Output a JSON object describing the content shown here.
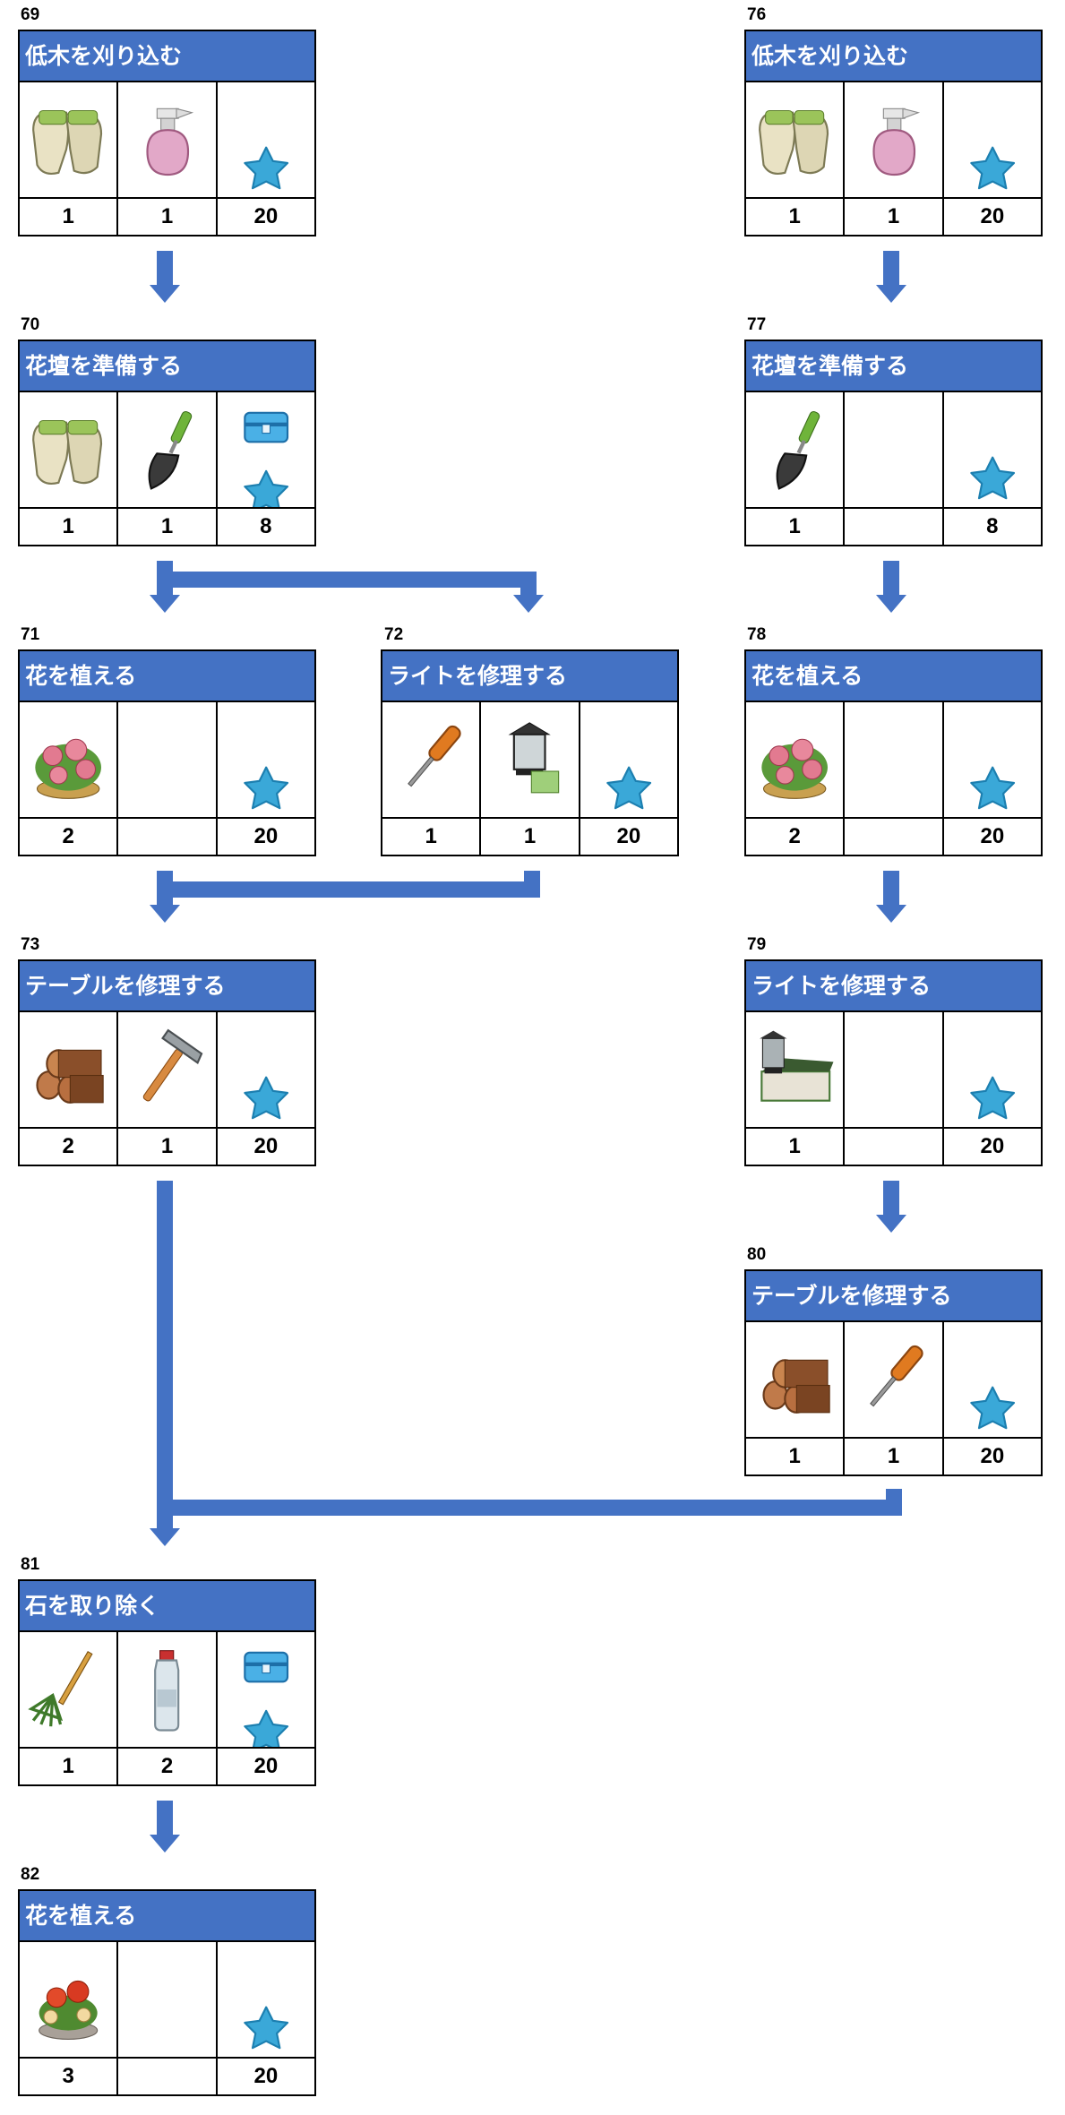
{
  "colors": {
    "header_blue": "#4472c4",
    "arrow_blue": "#4472c4",
    "star_blue": "#3aa8d8"
  },
  "tasks": [
    {
      "id": "69",
      "title": "低木を刈り込む",
      "items": [
        {
          "icon": "gloves-icon",
          "qty": "1"
        },
        {
          "icon": "spray-bottle-icon",
          "qty": "1"
        },
        {
          "icon": "star-icon",
          "qty": "20"
        }
      ]
    },
    {
      "id": "76",
      "title": "低木を刈り込む",
      "items": [
        {
          "icon": "gloves-icon",
          "qty": "1"
        },
        {
          "icon": "spray-bottle-icon",
          "qty": "1"
        },
        {
          "icon": "star-icon",
          "qty": "20"
        }
      ]
    },
    {
      "id": "70",
      "title": "花壇を準備する",
      "items": [
        {
          "icon": "gloves-icon",
          "qty": "1"
        },
        {
          "icon": "trowel-icon",
          "qty": "1"
        },
        {
          "icon": "chest-star-icon",
          "qty": "8"
        }
      ]
    },
    {
      "id": "77",
      "title": "花壇を準備する",
      "items": [
        {
          "icon": "trowel-icon",
          "qty": "1"
        },
        {
          "icon": "",
          "qty": ""
        },
        {
          "icon": "star-icon",
          "qty": "8"
        }
      ]
    },
    {
      "id": "71",
      "title": "花を植える",
      "items": [
        {
          "icon": "pink-flowers-icon",
          "qty": "2"
        },
        {
          "icon": "",
          "qty": ""
        },
        {
          "icon": "star-icon",
          "qty": "20"
        }
      ]
    },
    {
      "id": "72",
      "title": "ライトを修理する",
      "items": [
        {
          "icon": "screwdriver-icon",
          "qty": "1"
        },
        {
          "icon": "lantern-icon",
          "qty": "1"
        },
        {
          "icon": "star-icon",
          "qty": "20"
        }
      ]
    },
    {
      "id": "78",
      "title": "花を植える",
      "items": [
        {
          "icon": "pink-flowers-icon",
          "qty": "2"
        },
        {
          "icon": "",
          "qty": ""
        },
        {
          "icon": "star-icon",
          "qty": "20"
        }
      ]
    },
    {
      "id": "73",
      "title": "テーブルを修理する",
      "items": [
        {
          "icon": "logs-icon",
          "qty": "2"
        },
        {
          "icon": "hammer-icon",
          "qty": "1"
        },
        {
          "icon": "star-icon",
          "qty": "20"
        }
      ]
    },
    {
      "id": "79",
      "title": "ライトを修理する",
      "items": [
        {
          "icon": "lantern-box-icon",
          "qty": "1"
        },
        {
          "icon": "",
          "qty": ""
        },
        {
          "icon": "star-icon",
          "qty": "20"
        }
      ]
    },
    {
      "id": "80",
      "title": "テーブルを修理する",
      "items": [
        {
          "icon": "logs-icon",
          "qty": "1"
        },
        {
          "icon": "screwdriver-icon",
          "qty": "1"
        },
        {
          "icon": "star-icon",
          "qty": "20"
        }
      ]
    },
    {
      "id": "81",
      "title": "石を取り除く",
      "items": [
        {
          "icon": "rake-icon",
          "qty": "1"
        },
        {
          "icon": "bottle-icon",
          "qty": "2"
        },
        {
          "icon": "chest-star-icon",
          "qty": "20"
        }
      ]
    },
    {
      "id": "82",
      "title": "花を植える",
      "items": [
        {
          "icon": "red-flowers-icon",
          "qty": "3"
        },
        {
          "icon": "",
          "qty": ""
        },
        {
          "icon": "star-icon",
          "qty": "20"
        }
      ]
    }
  ]
}
